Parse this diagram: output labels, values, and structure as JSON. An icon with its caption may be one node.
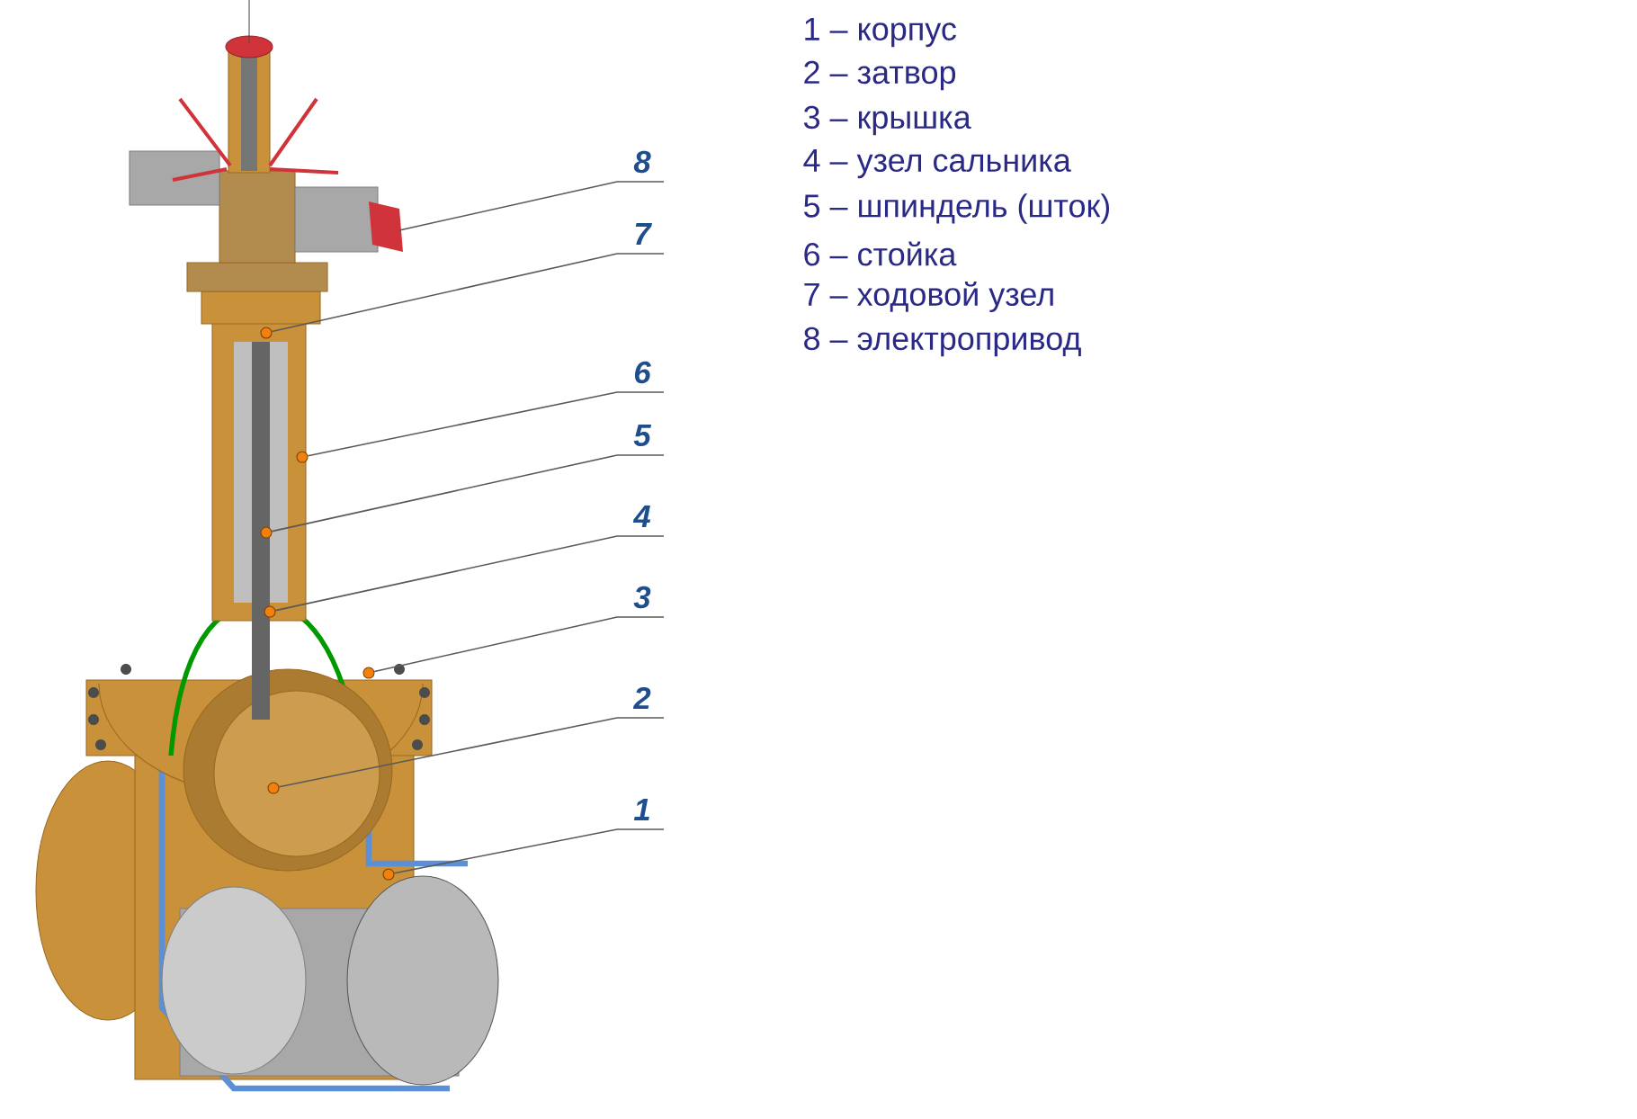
{
  "diagram": {
    "nodes": [
      {
        "text": [
          "8"
        ]
      },
      {
        "text": [
          "7"
        ]
      },
      {
        "text": [
          "6"
        ]
      },
      {
        "text": [
          "5"
        ]
      },
      {
        "text": [
          "4"
        ]
      },
      {
        "text": [
          "3"
        ]
      },
      {
        "text": [
          "2"
        ]
      },
      {
        "text": [
          "1"
        ]
      },
      {
        "text": [],
        "shape": "circle"
      },
      {
        "text": [],
        "shape": "circle"
      },
      {
        "text": [],
        "shape": "circle"
      },
      {
        "text": [],
        "shape": "circle"
      },
      {
        "text": [],
        "shape": "circle"
      },
      {
        "text": [],
        "shape": "circle"
      },
      {
        "text": [],
        "shape": "circle"
      }
    ],
    "edges": [
      {
        "from": 0,
        "to": null,
        "arrow": "none"
      },
      {
        "from": 1,
        "to": 8,
        "arrow": "none"
      },
      {
        "from": 2,
        "to": 9,
        "arrow": "none"
      },
      {
        "from": 3,
        "to": 10,
        "arrow": "none"
      },
      {
        "from": 4,
        "to": 11,
        "arrow": "none"
      },
      {
        "from": 5,
        "to": 12,
        "arrow": "none"
      },
      {
        "from": 6,
        "to": 13,
        "arrow": "none"
      },
      {
        "from": 7,
        "to": 14,
        "arrow": "none"
      }
    ],
    "labels": [
      "1 – корпус",
      "2 – затвор",
      "3 – крышка",
      "4 – узел сальника",
      "5 – шпиндель (шток)",
      "6 – стойка",
      "7 – ходовой узел",
      "8 – электропривод"
    ]
  }
}
